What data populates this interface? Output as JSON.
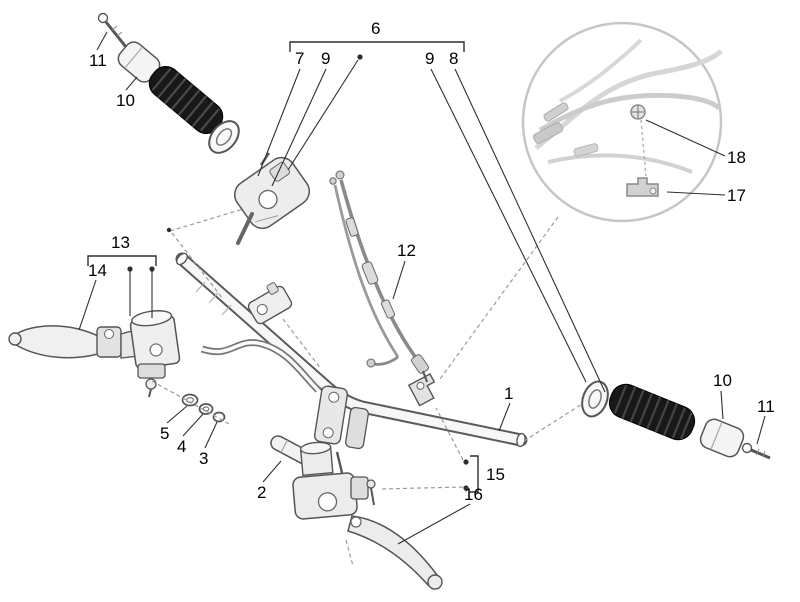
{
  "figure": {
    "background_color": "#ffffff",
    "line_color": "#555555",
    "leader_color": "#2f2f2f",
    "grip_color": "#181818",
    "detail_circle_color": "#c6c6c6"
  },
  "callouts": {
    "c1": "1",
    "c2": "2",
    "c3": "3",
    "c4": "4",
    "c5": "5",
    "c6": "6",
    "c7": "7",
    "c8": "8",
    "c9a": "9",
    "c9b": "9",
    "c10a": "10",
    "c10b": "10",
    "c11a": "11",
    "c11b": "11",
    "c12": "12",
    "c13": "13",
    "c14": "14",
    "c15": "15",
    "c16": "16",
    "c17": "17",
    "c18": "18"
  }
}
